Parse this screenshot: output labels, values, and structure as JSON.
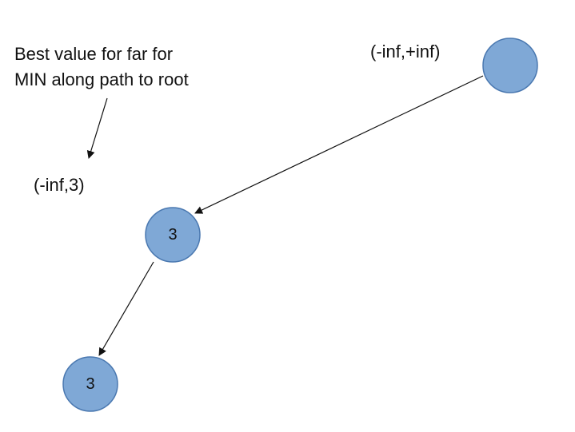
{
  "annotation": {
    "line1": "Best value for far for",
    "line2": "MIN along path to root"
  },
  "root": {
    "interval": "(-inf,+inf)",
    "value": ""
  },
  "middle": {
    "interval": "(-inf,3)",
    "value": "3"
  },
  "bottom": {
    "value": "3"
  },
  "colors": {
    "node_fill": "#7fa8d6",
    "node_stroke": "#4a78b0",
    "edge": "#111111"
  }
}
